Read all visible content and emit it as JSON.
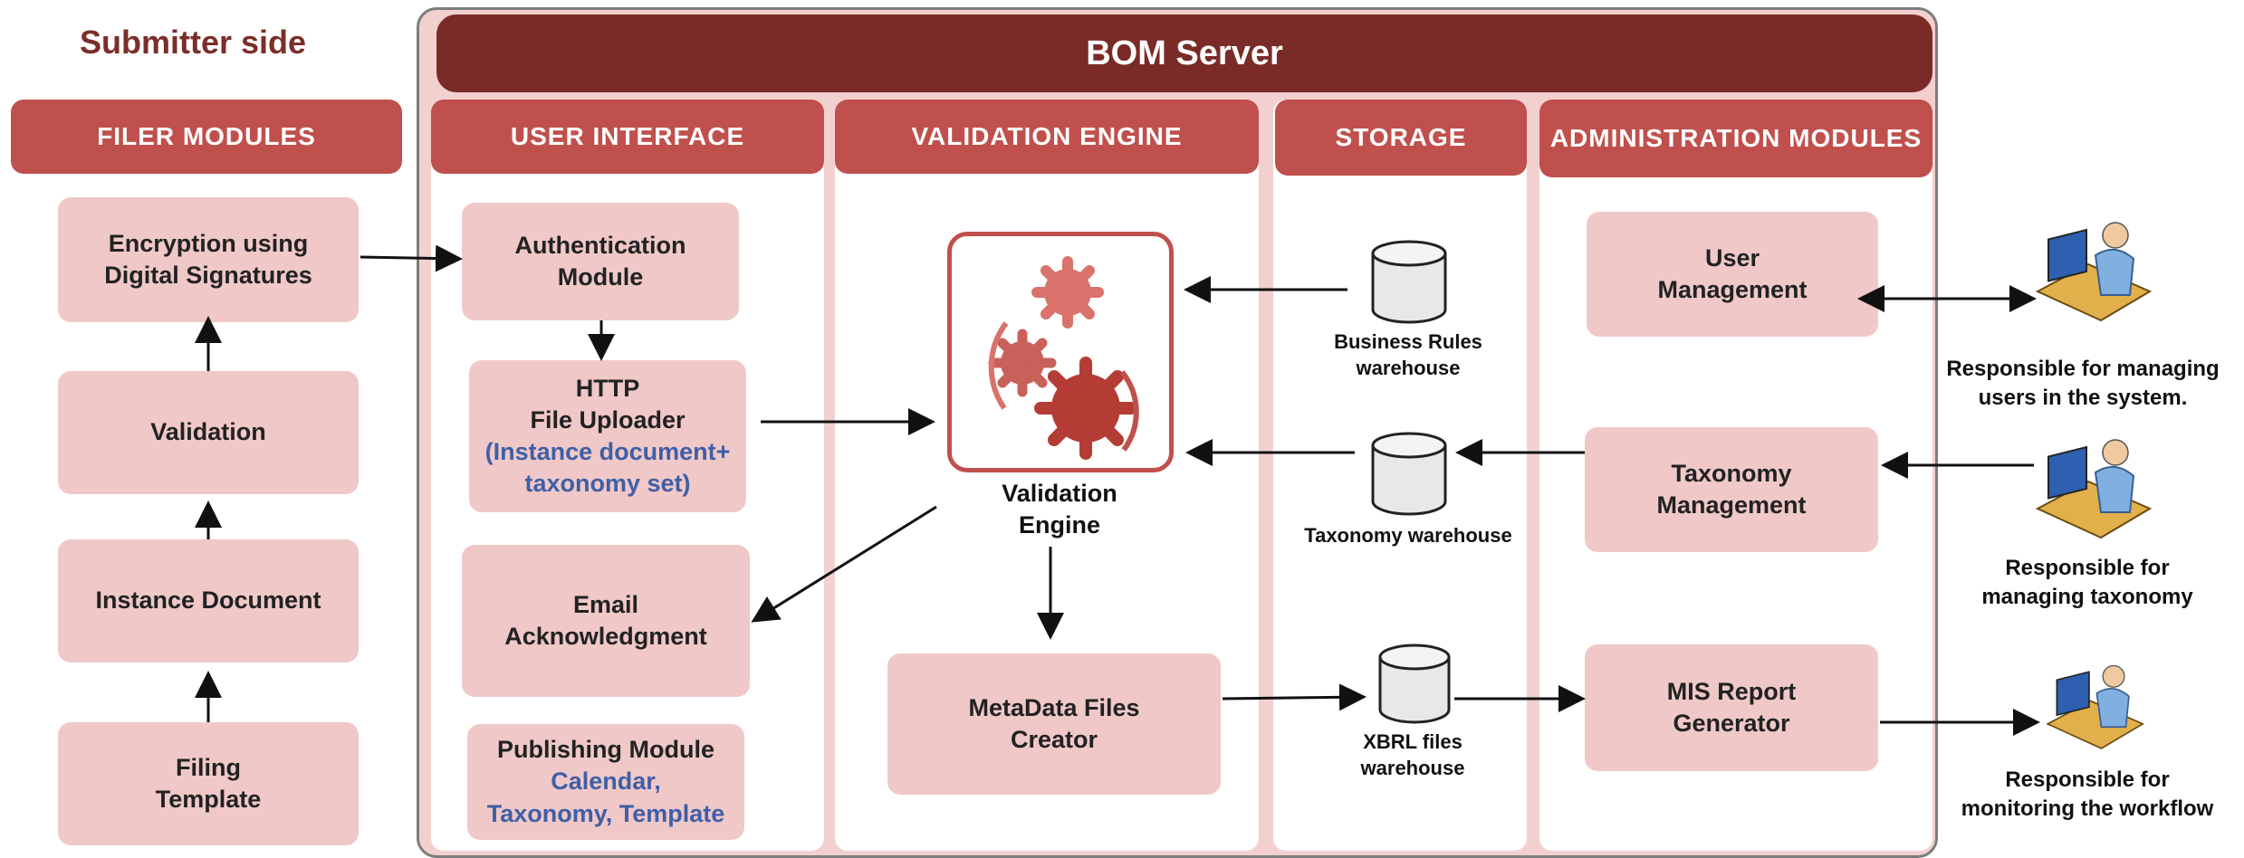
{
  "submitter_title": "Submitter side",
  "server_title": "BOM Server",
  "headers": {
    "filer": "FILER MODULES",
    "ui": "USER INTERFACE",
    "validation": "VALIDATION ENGINE",
    "storage": "STORAGE",
    "admin": "ADMINISTRATION MODULES"
  },
  "filer": {
    "encryption": [
      "Encryption using",
      "Digital Signatures"
    ],
    "validation": "Validation",
    "instance": "Instance Document",
    "template": [
      "Filing",
      "Template"
    ]
  },
  "ui": {
    "auth": [
      "Authentication",
      "Module"
    ],
    "http": [
      "HTTP",
      "File Uploader"
    ],
    "http_note": [
      "(Instance document+",
      "taxonomy set)"
    ],
    "email": [
      "Email",
      "Acknowledgment"
    ],
    "publishing": "Publishing Module",
    "publishing_note": [
      "Calendar,",
      "Taxonomy, Template"
    ]
  },
  "engine": {
    "label": [
      "Validation",
      "Engine"
    ],
    "metadata": [
      "MetaData Files",
      "Creator"
    ]
  },
  "storage": {
    "rules": [
      "Business Rules",
      "warehouse"
    ],
    "taxonomy": "Taxonomy warehouse",
    "xbrl": [
      "XBRL files",
      "warehouse"
    ]
  },
  "admin": {
    "user": [
      "User",
      "Management"
    ],
    "taxonomy": [
      "Taxonomy",
      "Management"
    ],
    "mis": [
      "MIS Report",
      "Generator"
    ]
  },
  "roles": {
    "users": [
      "Responsible for managing",
      "users in the system."
    ],
    "taxonomy": [
      "Responsible for",
      "managing taxonomy"
    ],
    "workflow": [
      "Responsible for",
      "monitoring the workflow"
    ]
  },
  "colors": {
    "dark_red": "#7a2b27",
    "header_red": "#c0504d",
    "box_pink": "#f0c8c8",
    "panel_pink": "#f3d0d0",
    "note_blue": "#3f5fa6"
  },
  "icons": {
    "engine": "gears-icon",
    "database": "database-icon",
    "person": "person-at-computer-icon"
  }
}
